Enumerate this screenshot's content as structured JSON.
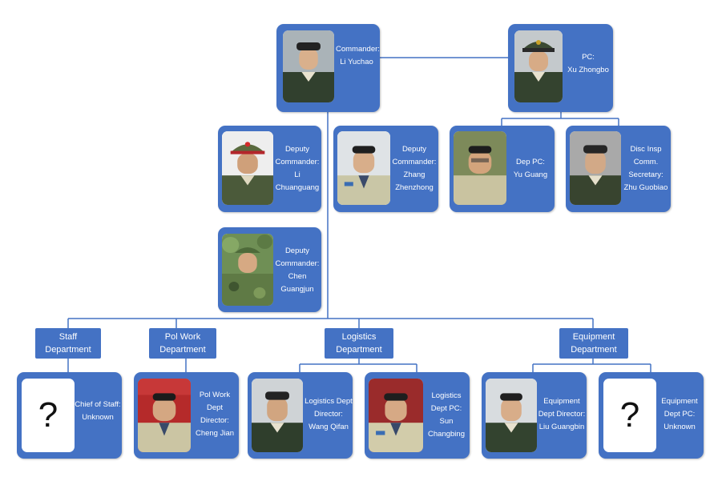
{
  "leadership": {
    "commander": {
      "lines": [
        "Commander:",
        "Li Yuchao"
      ]
    },
    "pc": {
      "lines": [
        "PC:",
        "Xu Zhongbo"
      ]
    },
    "deputy_li": {
      "lines": [
        "Deputy",
        "Commander:",
        "Li",
        "Chuanguang"
      ]
    },
    "deputy_zhang": {
      "lines": [
        "Deputy",
        "Commander:",
        "Zhang",
        "Zhenzhong"
      ]
    },
    "deputy_chen": {
      "lines": [
        "Deputy",
        "Commander:",
        "Chen",
        "Guangjun"
      ]
    },
    "dep_pc": {
      "lines": [
        "Dep PC:",
        "Yu Guang"
      ]
    },
    "disc_insp": {
      "lines": [
        "Disc Insp",
        "Comm.",
        "Secretary:",
        "Zhu Guobiao"
      ]
    }
  },
  "departments": {
    "staff": {
      "lines": [
        "Staff",
        "Department"
      ]
    },
    "pol_work": {
      "lines": [
        "Pol Work",
        "Department"
      ]
    },
    "logistics": {
      "lines": [
        "Logistics",
        "Department"
      ]
    },
    "equipment": {
      "lines": [
        "Equipment",
        "Department"
      ]
    }
  },
  "officers": {
    "chief_of_staff": {
      "lines": [
        "Chief of Staff:",
        "Unknown"
      ],
      "mark": "?"
    },
    "pol_director": {
      "lines": [
        "Pol Work",
        "Dept Director:",
        "Cheng Jian"
      ]
    },
    "log_director": {
      "lines": [
        "Logistics Dept",
        "Director:",
        "Wang Qifan"
      ]
    },
    "log_pc": {
      "lines": [
        "Logistics",
        "Dept PC:",
        "Sun",
        "Changbing"
      ]
    },
    "equip_director": {
      "lines": [
        "Equipment",
        "Dept Director:",
        "Liu Guangbin"
      ]
    },
    "equip_pc": {
      "lines": [
        "Equipment",
        "Dept PC:",
        "Unknown"
      ],
      "mark": "?"
    }
  },
  "colors": {
    "box_fill": "#4472c4",
    "connector": "#4472c4",
    "text": "#ffffff"
  }
}
